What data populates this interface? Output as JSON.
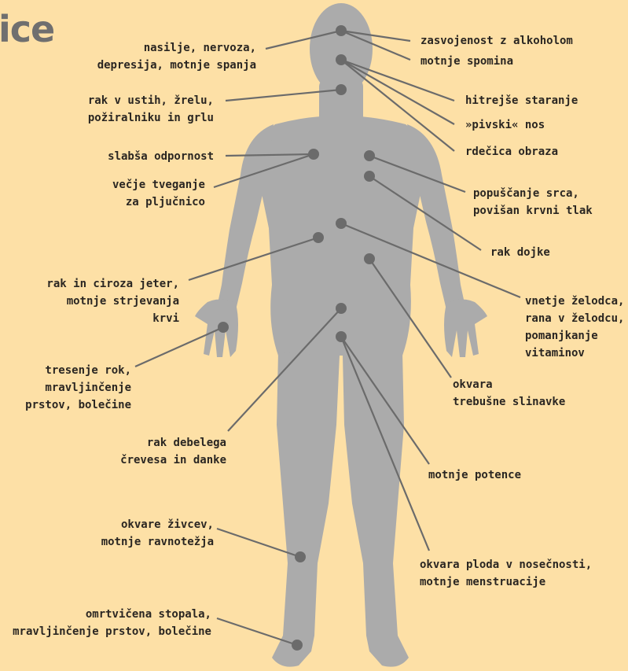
{
  "title": "ice",
  "colors": {
    "background": "#FDE0A6",
    "body": "#ABABAB",
    "marker": "#6B6B6B",
    "leader_line": "#6B6B6B",
    "text": "#2A2622"
  },
  "labels": {
    "nasilje": [
      "nasilje, nervoza,",
      "depresija, motnje spanja"
    ],
    "zasvojenost": [
      "zasvojenost z alkoholom"
    ],
    "spomin": [
      "motnje spomina"
    ],
    "rak_ust": [
      "rak v ustih, žrelu,",
      "požiralniku in grlu"
    ],
    "staranje": [
      "hitrejše staranje"
    ],
    "nos": [
      "»pivski« nos"
    ],
    "obraz": [
      "rdečica obraza"
    ],
    "odpornost": [
      "slabša odpornost"
    ],
    "pljucnica": [
      "večje tveganje",
      "za pljučnico"
    ],
    "srce": [
      "popuščanje srca,",
      "povišan krvni tlak"
    ],
    "dojka": [
      "rak dojke"
    ],
    "jetra": [
      "rak in ciroza jeter,",
      "motnje strjevanja",
      "krvi"
    ],
    "zelodec": [
      "vnetje želodca,",
      "rana v želodcu,",
      "pomanjkanje",
      "vitaminov"
    ],
    "tresenje": [
      "tresenje rok,",
      "mravljinčenje",
      "prstov, bolečine"
    ],
    "slinavka": [
      "okvara",
      "trebušne slinavke"
    ],
    "crevo": [
      "rak debelega",
      "črevesa in danke"
    ],
    "potenca": [
      "motnje potence"
    ],
    "zivci": [
      "okvare živcev,",
      "motnje ravnotežja"
    ],
    "plod": [
      "okvara ploda v nosečnosti,",
      "motnje menstruacije"
    ],
    "stopala": [
      "omrtvičena  stopala,",
      "mravljinčenje prstov, bolečine"
    ]
  }
}
